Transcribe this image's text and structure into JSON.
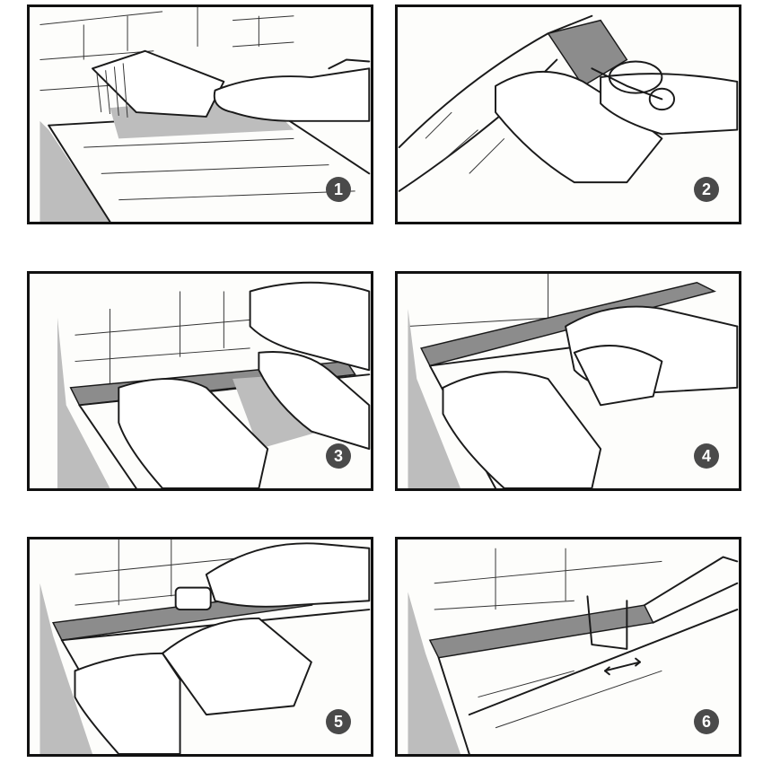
{
  "steps": [
    {
      "label": "1"
    },
    {
      "label": "2"
    },
    {
      "label": "3"
    },
    {
      "label": "4"
    },
    {
      "label": "5"
    },
    {
      "label": "6"
    }
  ]
}
